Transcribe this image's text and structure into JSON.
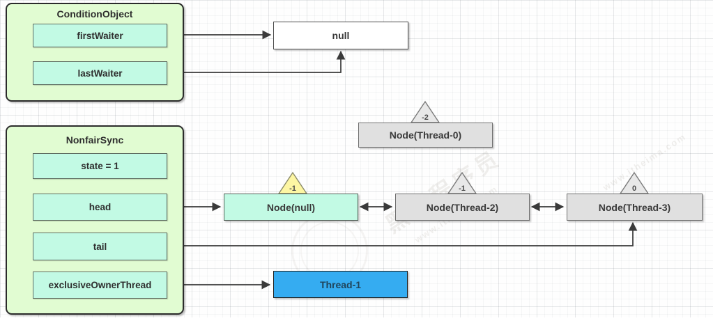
{
  "diagram": {
    "condition_object": {
      "title": "ConditionObject",
      "fields": [
        {
          "label": "firstWaiter"
        },
        {
          "label": "lastWaiter"
        }
      ]
    },
    "nonfair_sync": {
      "title": "NonfairSync",
      "fields": [
        {
          "label": "state = 1"
        },
        {
          "label": "head"
        },
        {
          "label": "tail"
        },
        {
          "label": "exclusiveOwnerThread"
        }
      ]
    },
    "null_box": {
      "label": "null"
    },
    "queue_nodes": [
      {
        "label": "Node(Thread-0)",
        "wait_status": "-2",
        "variant": "gray"
      },
      {
        "label": "Node(null)",
        "wait_status": "-1",
        "variant": "mint"
      },
      {
        "label": "Node(Thread-2)",
        "wait_status": "-1",
        "variant": "gray"
      },
      {
        "label": "Node(Thread-3)",
        "wait_status": "0",
        "variant": "gray"
      }
    ],
    "owner_thread": {
      "label": "Thread-1"
    },
    "watermark": {
      "brand": "黑马程序员",
      "site": "www.itheima.com"
    },
    "colors": {
      "panel_green": "#e1fcd2",
      "field_mint": "#c2fae4",
      "node_gray": "#e0e0e0",
      "badge_yellow": "#fdf6a3",
      "badge_gray": "#e8e8e8",
      "thread_blue": "#35acf1",
      "arrow": "#3a3a3a"
    }
  }
}
